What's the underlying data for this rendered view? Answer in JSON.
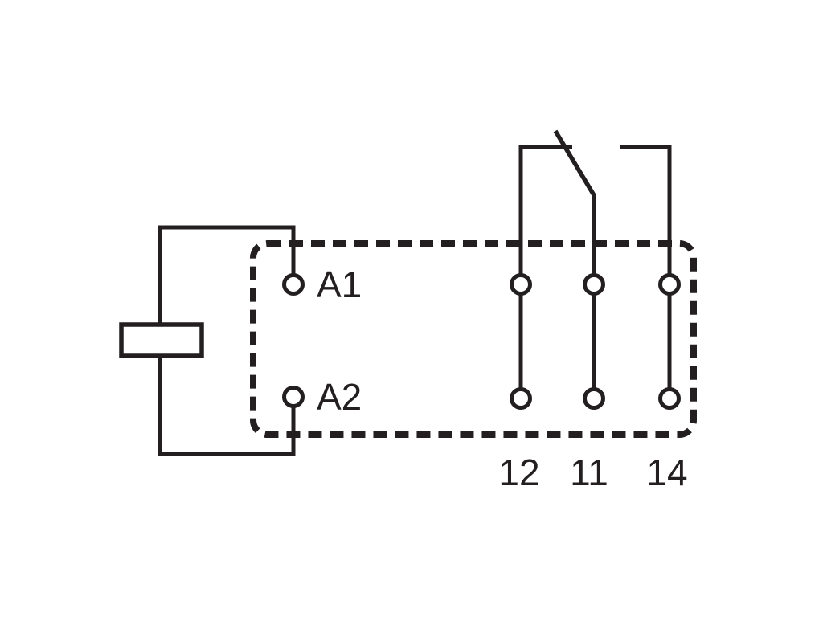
{
  "colors": {
    "line": "#231f20",
    "background": "#ffffff"
  },
  "diagram": {
    "type": "relay-schematic",
    "coil": {
      "terminals": [
        {
          "label": "A1"
        },
        {
          "label": "A2"
        }
      ]
    },
    "contacts": {
      "terminals": [
        {
          "label": "12"
        },
        {
          "label": "11"
        },
        {
          "label": "14"
        }
      ]
    }
  }
}
